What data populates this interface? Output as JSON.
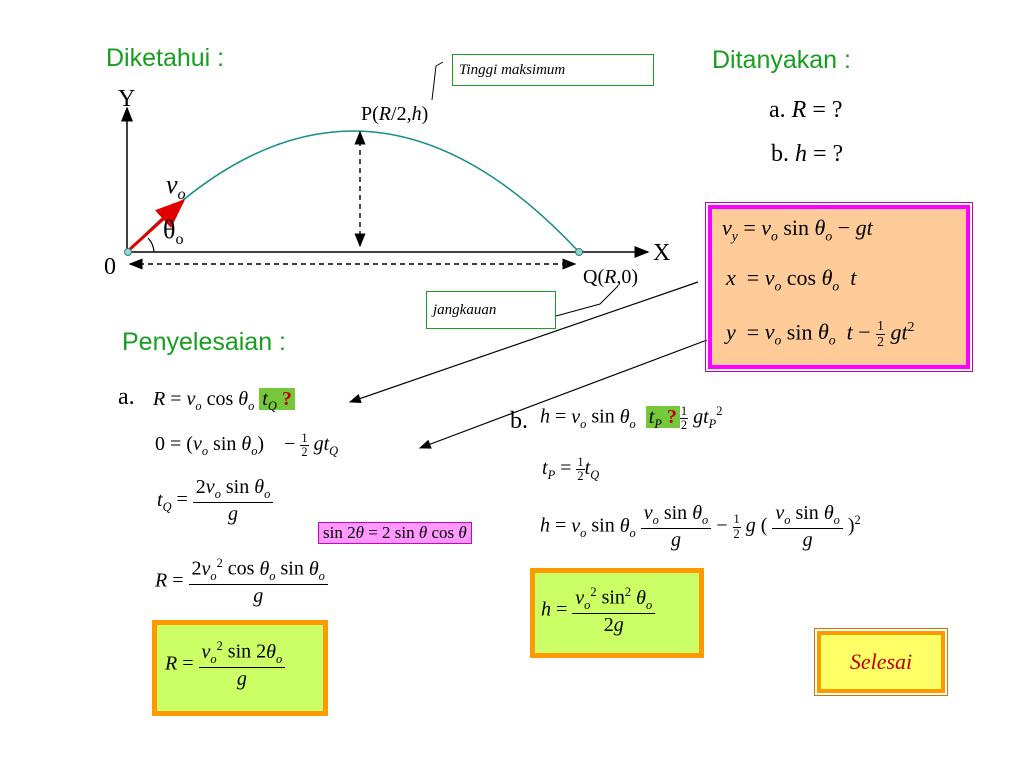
{
  "headings": {
    "diketahui": "Diketahui :",
    "ditanyakan": "Ditanyakan :",
    "penyelesaian": "Penyelesaian :"
  },
  "questions": {
    "a": "a. R = ?",
    "b": "b. h = ?"
  },
  "diagram": {
    "axis_y": "Y",
    "axis_x": "X",
    "origin": "0",
    "velocity": "v",
    "velocity_sub": "o",
    "angle": "θ",
    "angle_sub": "o",
    "peak_label": "P(R/2,h)",
    "end_label": "Q(R,0)",
    "note_top": "Tinggi maksimum",
    "note_bottom": "jangkauan"
  },
  "equations_panel": {
    "vy": "vy = vo sin θo − gt",
    "x": "x = vo cos θo t",
    "y": "y = vo sin θo t − ½ gt²"
  },
  "solution_a": {
    "label": "a.",
    "line1": "R = vo cos θo tQ ?",
    "line2": "0 = (vo sin θo) − ½ gtQ",
    "line3": "tQ = 2vo sin θo / g",
    "identity": "sin 2θ = 2 sin θ cos θ",
    "line4": "R = 2vo² cos θo sin θo / g",
    "answer": "R = vo² sin 2θo / g"
  },
  "solution_b": {
    "label": "b.",
    "line1": "h = vo sin θo tP ? ½ gtP²",
    "line2": "tP = ½ tQ",
    "line3": "h = vo sin θo (vo sin θo / g) − ½ g (vo sin θo / g)²",
    "answer": "h = vo² sin² θo / 2g"
  },
  "done": "Selesai",
  "colors": {
    "heading": "#169e1f",
    "trajectory": "#168c8c",
    "velocity_arrow": "#e00000",
    "panel_bg": "#ffcc99",
    "panel_border": "#ff00ff",
    "answer_bg": "#ccff66",
    "answer_border": "#ff9900",
    "question_mark": "#c00000",
    "chip": "#76c83b",
    "identity_bg": "#ff99ff",
    "selesai_bg": "#ffff66"
  }
}
